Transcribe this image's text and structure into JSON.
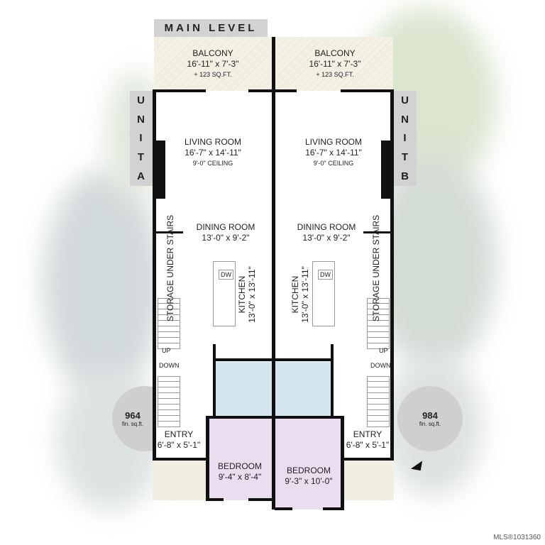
{
  "title": "MAIN LEVEL",
  "colors": {
    "balcony": "#f3f1e4",
    "bedroom": "#e9ddef",
    "bathroom": "#d6e6ef",
    "label_box": "#d2d2d2",
    "wash_green": "#d9e4cf",
    "wash_gray": "#cfd6d6"
  },
  "balconies": [
    {
      "name": "BALCONY",
      "dims": "16'-11\" x 7'-3\"",
      "area": "+ 123 SQ.FT."
    },
    {
      "name": "BALCONY",
      "dims": "16'-11\" x 7'-3\"",
      "area": "+ 123 SQ.FT."
    }
  ],
  "units": [
    {
      "label": [
        "U",
        "N",
        "I",
        "T",
        "A"
      ],
      "living": {
        "name": "LIVING ROOM",
        "dims": "16'-7\" x 14'-11\"",
        "ceiling": "9'-0\" CEILING"
      },
      "dining": {
        "name": "DINING ROOM",
        "dims": "13'-0\" x 9'-2\""
      },
      "kitchen": {
        "name": "KITCHEN",
        "dims": "13'-0\" x 13'-11\"",
        "dw": "DW"
      },
      "storage": "STORAGE UNDER STAIRS",
      "up": "UP",
      "down": "DOWN",
      "entry": {
        "name": "ENTRY",
        "dims": "6'-8\" x 5'-1\""
      },
      "bedroom": {
        "name": "BEDROOM",
        "dims": "9'-4\" x 8'-4\""
      },
      "area": {
        "value": "964",
        "unit": "fin. sq.ft."
      }
    },
    {
      "label": [
        "U",
        "N",
        "I",
        "T",
        "B"
      ],
      "living": {
        "name": "LIVING ROOM",
        "dims": "16'-7\" x 14'-11\"",
        "ceiling": "9'-0\" CEILING"
      },
      "dining": {
        "name": "DINING ROOM",
        "dims": "13'-0\" x 9'-2\""
      },
      "kitchen": {
        "name": "KITCHEN",
        "dims": "13'-0\" x 13'-11\"",
        "dw": "DW"
      },
      "storage": "STORAGE UNDER STAIRS",
      "up": "UP",
      "down": "DOWN",
      "entry": {
        "name": "ENTRY",
        "dims": "6'-8\" x 5'-1\""
      },
      "bedroom": {
        "name": "BEDROOM",
        "dims": "9'-3\" x 10'-0\""
      },
      "area": {
        "value": "984",
        "unit": "fin. sq.ft."
      }
    }
  ],
  "watermark": "MLS®1031360"
}
